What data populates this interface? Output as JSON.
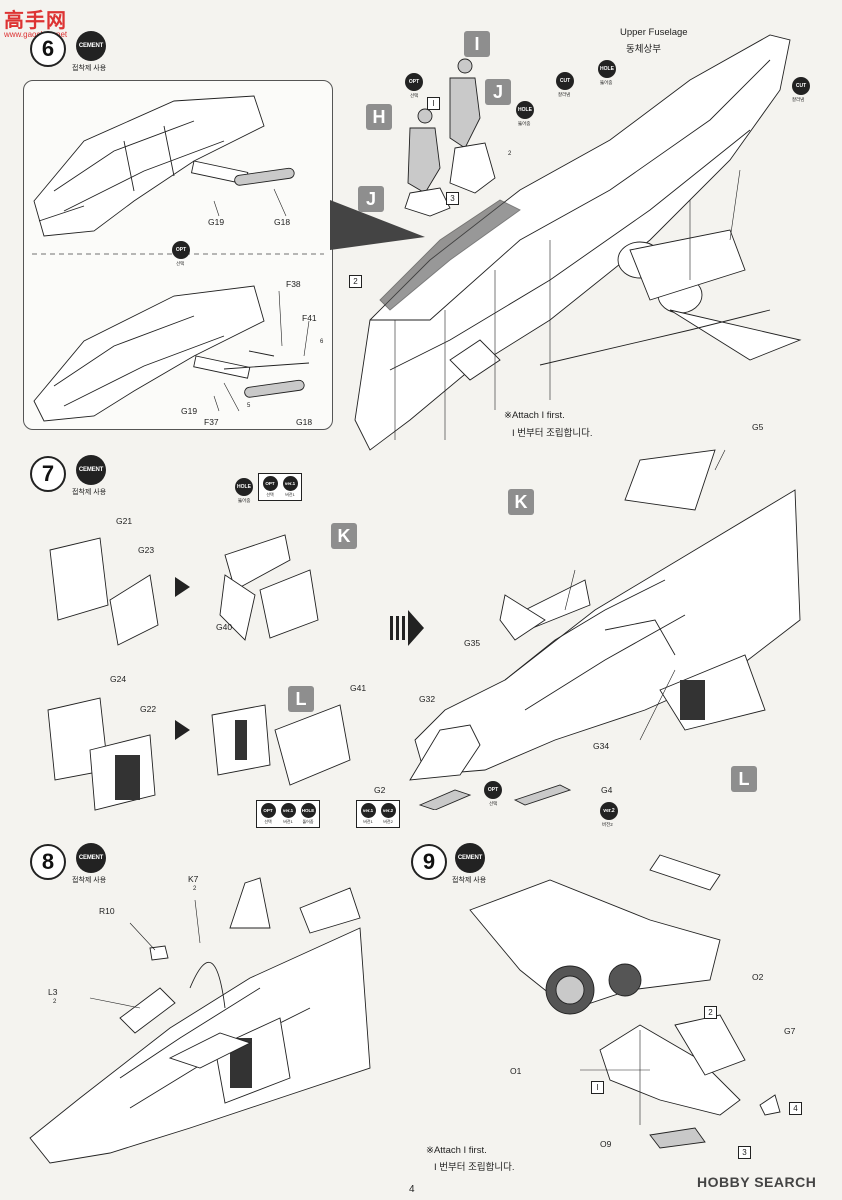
{
  "watermark_top": {
    "text": "高手网",
    "url": "www.gaoshou.net"
  },
  "watermark_bottom": "HOBBY SEARCH",
  "page_number": "4",
  "steps": {
    "s6": {
      "num": "6",
      "cement": "CEMENT",
      "cement_sub": "접착제 사용",
      "title_en": "Upper Fuselage",
      "title_ko": "동체상부",
      "opt": "OPT",
      "opt_sub": "선택",
      "parts": [
        "G19",
        "G18",
        "F38",
        "F41",
        "G19",
        "F37",
        "G18",
        "I",
        "H",
        "J",
        "J"
      ],
      "badges": [
        {
          "t": "OPT",
          "s": "선택"
        },
        {
          "t": "CUT",
          "s": "잘라냄"
        },
        {
          "t": "HOLE",
          "s": "뚫어줌"
        },
        {
          "t": "HOLE",
          "s": "뚫어줌"
        },
        {
          "t": "CUT",
          "s": "잘라냄"
        }
      ],
      "sq": [
        "I",
        "3",
        "2"
      ],
      "tri": [
        "2",
        "5",
        "6"
      ],
      "note_en": "※Attach I first.",
      "note_ko": "I 번부터 조립합니다."
    },
    "s7": {
      "num": "7",
      "cement": "CEMENT",
      "cement_sub": "접착제 사용",
      "parts": [
        "G21",
        "G23",
        "G40",
        "G24",
        "G22",
        "G41",
        "G5",
        "G35",
        "G32",
        "G34",
        "G2",
        "G4"
      ],
      "letters": [
        "K",
        "L",
        "K",
        "L"
      ],
      "hole": {
        "t": "HOLE",
        "s": "뚫어줌"
      },
      "group1": [
        {
          "t": "OPT",
          "s": "선택"
        },
        {
          "t": "ver.1",
          "s": "버전1"
        }
      ],
      "group2": [
        {
          "t": "OPT",
          "s": "선택"
        },
        {
          "t": "ver.1",
          "s": "버전1"
        },
        {
          "t": "HOLE",
          "s": "뚫어줌"
        }
      ],
      "group3": [
        {
          "t": "ver.1",
          "s": "버전1"
        },
        {
          "t": "ver.2",
          "s": "버전2"
        }
      ],
      "opt": {
        "t": "OPT",
        "s": "선택"
      },
      "ver2": {
        "t": "ver.2",
        "s": "버전2"
      }
    },
    "s8": {
      "num": "8",
      "cement": "CEMENT",
      "cement_sub": "접착제 사용",
      "parts": [
        "K7",
        "R10",
        "L3"
      ],
      "tri": [
        "2",
        "2"
      ]
    },
    "s9": {
      "num": "9",
      "cement": "CEMENT",
      "cement_sub": "접착제 사용",
      "parts": [
        "O2",
        "G7",
        "O1",
        "O9"
      ],
      "sq": [
        "2",
        "4",
        "I",
        "3"
      ],
      "note_en": "※Attach I first.",
      "note_ko": "I 번부터 조립합니다."
    }
  }
}
